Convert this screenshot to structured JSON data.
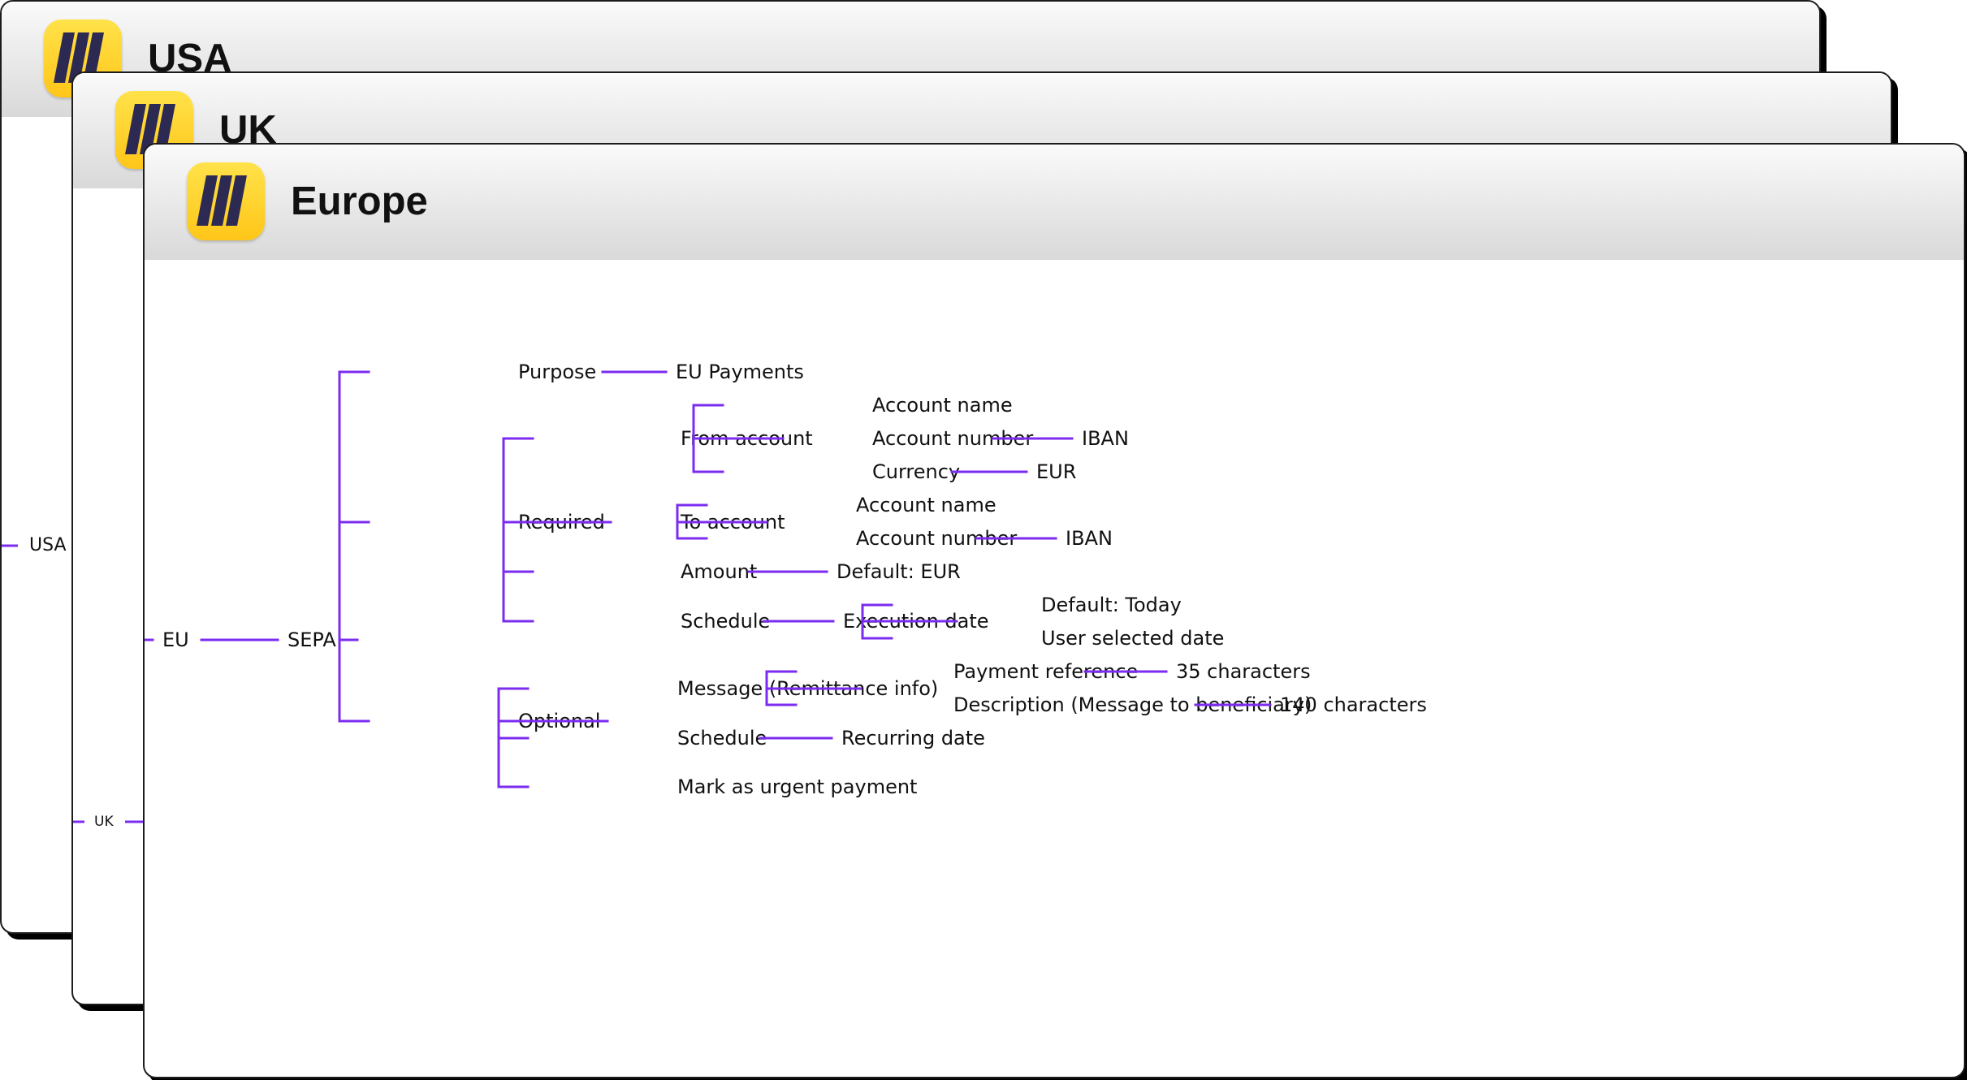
{
  "frames": {
    "usa": {
      "title": "USA",
      "root": "USA",
      "logo_icon": "miro-logo-icon"
    },
    "uk": {
      "title": "UK",
      "root": "UK",
      "logo_icon": "miro-logo-icon"
    },
    "europe": {
      "title": "Europe",
      "logo_icon": "miro-logo-icon"
    }
  },
  "colors": {
    "connector": "#7b2cf0",
    "logo_bg": "#ffd02f",
    "logo_mark": "#2c2a52"
  },
  "tree": {
    "label": "EU",
    "children": [
      {
        "label": "SEPA",
        "children": [
          {
            "label": "Purpose",
            "children": [
              {
                "label": "EU Payments"
              }
            ]
          },
          {
            "label": "Required",
            "children": [
              {
                "label": "From account",
                "children": [
                  {
                    "label": "Account name"
                  },
                  {
                    "label": "Account number",
                    "children": [
                      {
                        "label": "IBAN"
                      }
                    ]
                  },
                  {
                    "label": "Currency",
                    "children": [
                      {
                        "label": "EUR"
                      }
                    ]
                  }
                ]
              },
              {
                "label": "To account",
                "children": [
                  {
                    "label": "Account name"
                  },
                  {
                    "label": "Account number",
                    "children": [
                      {
                        "label": "IBAN"
                      }
                    ]
                  }
                ]
              },
              {
                "label": "Amount",
                "children": [
                  {
                    "label": "Default: EUR"
                  }
                ]
              },
              {
                "label": "Schedule",
                "children": [
                  {
                    "label": "Execution date",
                    "children": [
                      {
                        "label": "Default: Today"
                      },
                      {
                        "label": "User selected date"
                      }
                    ]
                  }
                ]
              }
            ]
          },
          {
            "label": "Optional",
            "children": [
              {
                "label": "Message (Remittance info)",
                "children": [
                  {
                    "label": "Payment reference",
                    "children": [
                      {
                        "label": "35 characters"
                      }
                    ]
                  },
                  {
                    "label": "Description (Message to beneficiary)",
                    "children": [
                      {
                        "label": "140 characters"
                      }
                    ]
                  }
                ]
              },
              {
                "label": "Schedule",
                "children": [
                  {
                    "label": "Recurring date"
                  }
                ]
              },
              {
                "label": "Mark as urgent payment"
              }
            ]
          }
        ]
      }
    ]
  }
}
